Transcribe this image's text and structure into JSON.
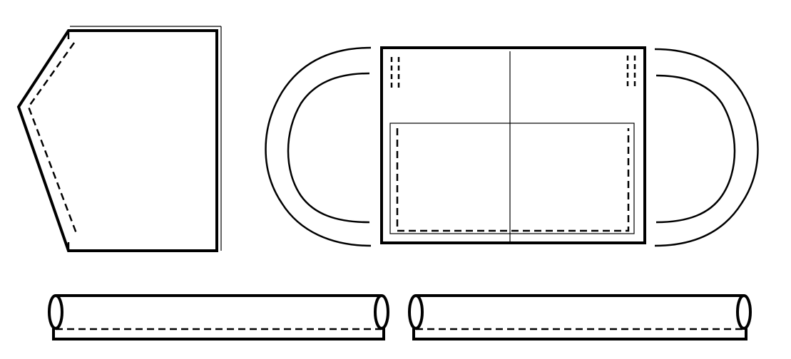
{
  "colors": {
    "background": "#ffffff",
    "line": "#000000"
  },
  "pieces": [
    {
      "id": "side-panel",
      "shape": "pentagon-panel"
    },
    {
      "id": "front-panel",
      "shape": "rectangle-with-pocket"
    },
    {
      "id": "left-handle",
      "shape": "curved-strap"
    },
    {
      "id": "right-handle",
      "shape": "curved-strap"
    },
    {
      "id": "tube-left",
      "shape": "cylinder-roll"
    },
    {
      "id": "tube-right",
      "shape": "cylinder-roll"
    }
  ]
}
